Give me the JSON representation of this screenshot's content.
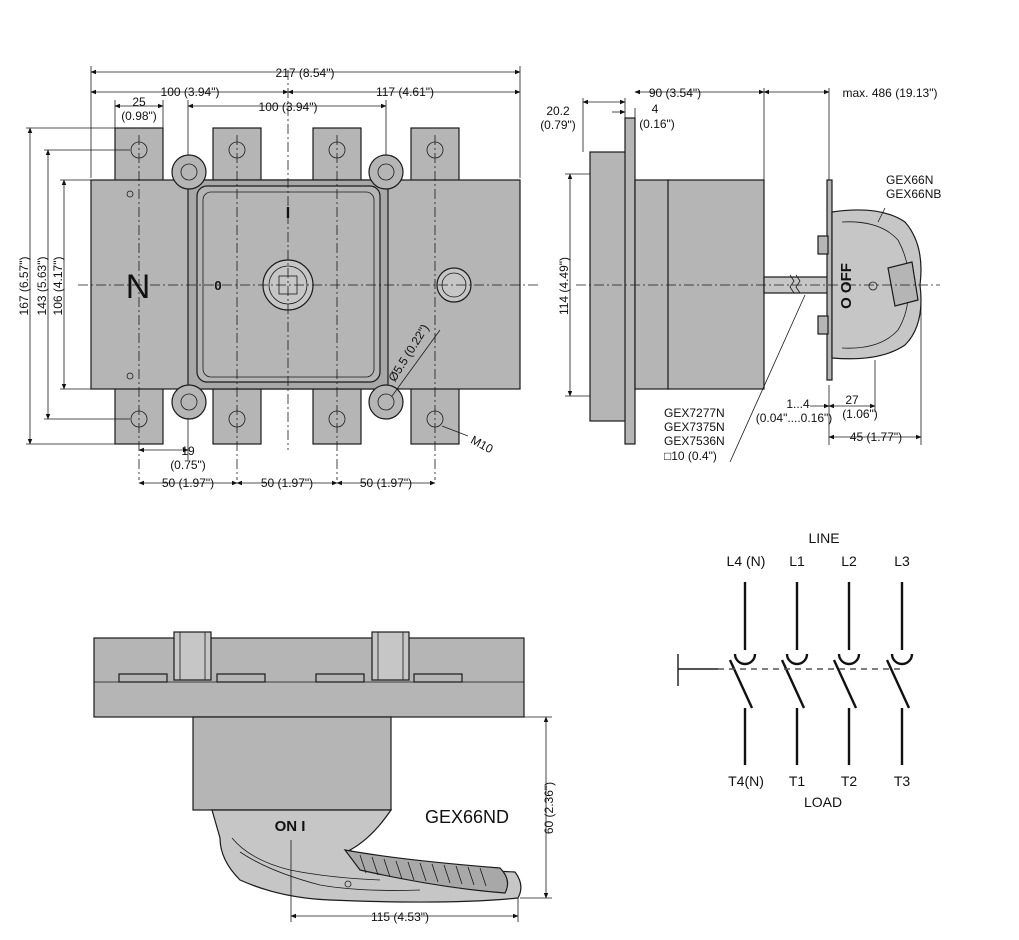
{
  "front_view": {
    "dims": {
      "overall_width": "217 (8.54\")",
      "left_to_center": "100 (3.94\")",
      "center_to_right": "117 (4.61\")",
      "center_span": "100 (3.94\")",
      "terminal_width": "25",
      "terminal_width_in": "(0.98\")",
      "height_total": "167 (6.57\")",
      "height_terminals": "143 (5.63\")",
      "height_body": "106 (4.17\")",
      "hole_offset": "19",
      "hole_offset_in": "(0.75\")",
      "pitch_1": "50 (1.97\")",
      "pitch_2": "50 (1.97\")",
      "pitch_3": "50 (1.97\")",
      "mount_hole": "Ø5.5 (0.22\")",
      "bolt": "M10"
    },
    "marks": {
      "neutral": "N",
      "on": "I",
      "off": "0"
    }
  },
  "side_view": {
    "dims": {
      "plate": "20.2",
      "plate_in": "(0.79\")",
      "thickness": "4",
      "thickness_in": "(0.16\")",
      "depth": "90 (3.54\")",
      "max_depth": "max. 486 (19.13\")",
      "height": "114 (4.49\")",
      "panel": "1...4",
      "panel_in": "(0.04\"....0.16\")",
      "handle_depth": "27",
      "handle_depth_in": "(1.06\")",
      "handle_total": "45 (1.77\")"
    },
    "handle_models": [
      "GEX66N",
      "GEX66NB"
    ],
    "shaft_models": [
      "GEX7277N",
      "GEX7375N",
      "GEX7536N"
    ],
    "shaft_size": "□10 (0.4\")",
    "handle_label": "O OFF"
  },
  "direct_view": {
    "model": "GEX66ND",
    "handle_label": "ON I",
    "dims": {
      "height": "60 (2.36\")",
      "width": "115 (4.53\")"
    }
  },
  "schematic": {
    "line_label": "LINE",
    "load_label": "LOAD",
    "line_terminals": [
      "L4 (N)",
      "L1",
      "L2",
      "L3"
    ],
    "load_terminals": [
      "T4(N)",
      "T1",
      "T2",
      "T3"
    ]
  }
}
